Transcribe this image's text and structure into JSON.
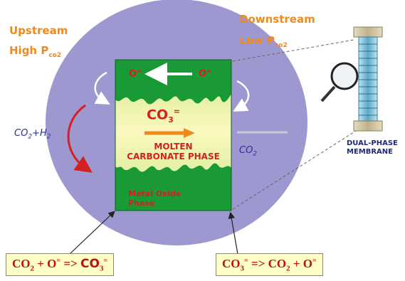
{
  "upstream": {
    "line1": "Upstream",
    "line2_main": "High P",
    "line2_sub": "co2"
  },
  "downstream": {
    "line1": "Downstream",
    "line2_main": "Low P",
    "line2_sub": "co2"
  },
  "left_gas": {
    "a": "CO",
    "a_sub": "2",
    "b": "+H",
    "b_sub": "2"
  },
  "right_gas": {
    "main": "CO",
    "sub": "2"
  },
  "ions": {
    "o_left": "O",
    "o_left_sup": "=",
    "o_right": "O",
    "o_right_sup": "=",
    "carbonate_main": "CO",
    "carbonate_sub": "3",
    "carbonate_sup": "="
  },
  "phases": {
    "molten_line1": "MOLTEN",
    "molten_line2": "CARBONATE PHASE",
    "oxide_line1": "Metal Oxide",
    "oxide_line2": "Phase"
  },
  "membrane_label": {
    "line1": "DUAL-PHASE",
    "line2": "MEMBRANE"
  },
  "equations": {
    "left": {
      "p1": "CO",
      "p1_sub": "2",
      "p2": " + O",
      "p2_sup": "=",
      "p3": " => ",
      "p4": "CO",
      "p4_sub": "3",
      "p4_sup": "="
    },
    "right": {
      "p1": "CO",
      "p1_sub": "3",
      "p1_sup": "=",
      "p2": " => CO",
      "p2_sub": "2",
      "p3": " + O",
      "p3_sup": "="
    }
  },
  "colors": {
    "disk": "#9d98cf",
    "green": "#1a9a36",
    "molten": "#f6f3a8",
    "orange": "#f08a1c",
    "red": "#d42020",
    "gas_blue": "#2a2f9b",
    "eq_bg": "#ffffc8"
  },
  "icons": [
    "magnifier-icon",
    "membrane-tube-icon"
  ]
}
